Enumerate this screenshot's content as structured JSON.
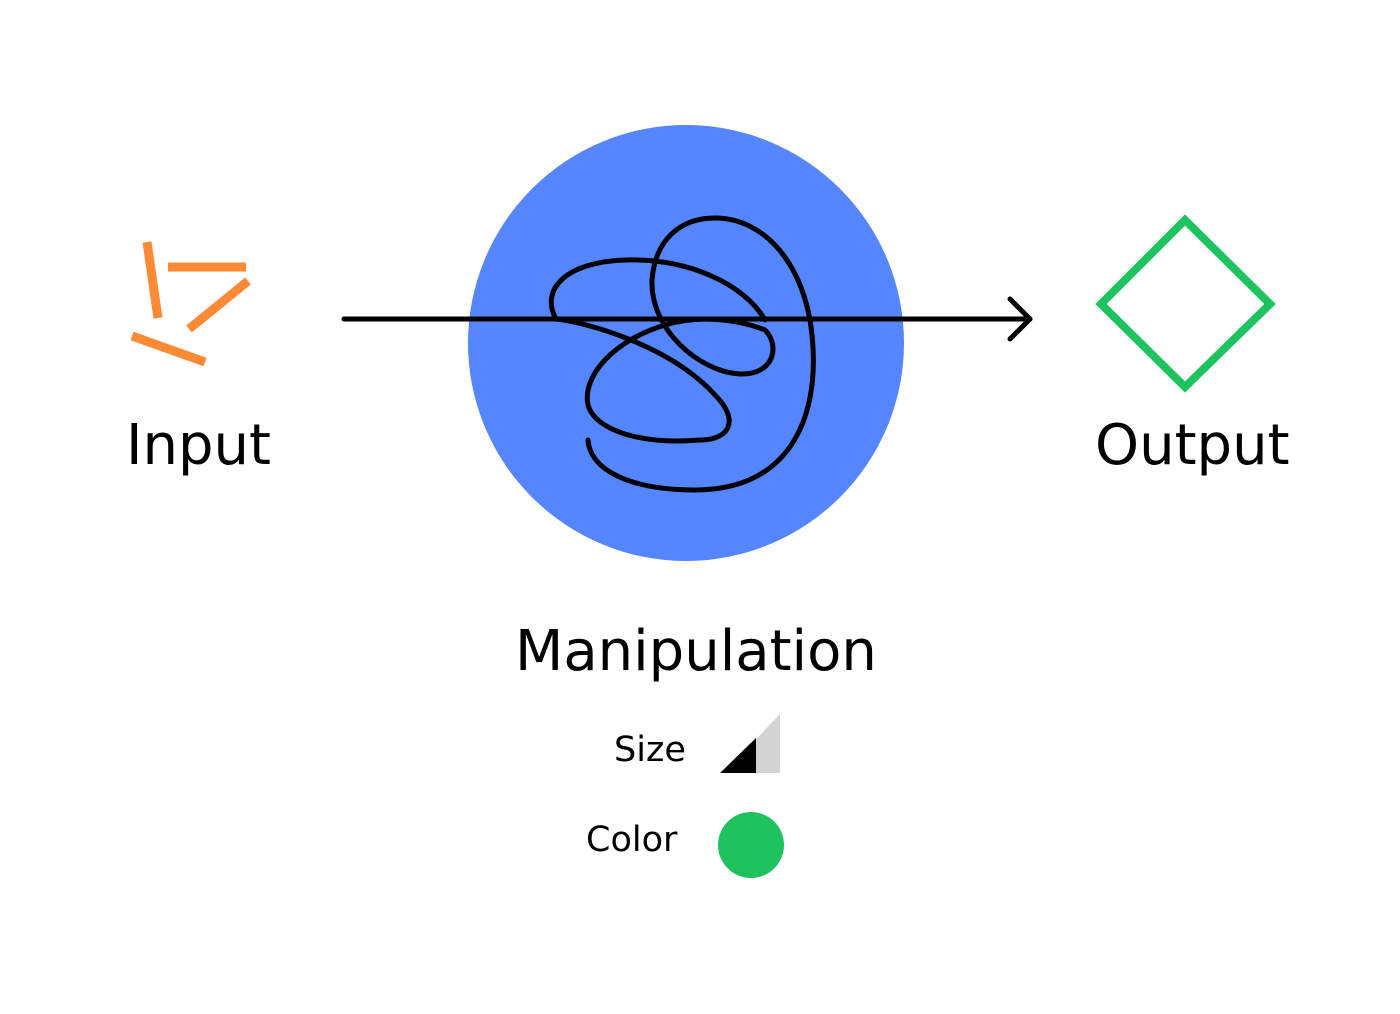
{
  "diagram": {
    "input": {
      "label": "Input",
      "icon": "scattered-lines-icon",
      "color": "#FF8A36"
    },
    "process": {
      "label": "Manipulation",
      "icon": "tangled-loop-icon",
      "circle_color": "#5585FF",
      "line_color": "#000000"
    },
    "output": {
      "label": "Output",
      "icon": "diamond-outline-icon",
      "color": "#1EC35F"
    },
    "legend": {
      "size": {
        "label": "Size",
        "icon": "size-ramp-icon",
        "primary": "#000000",
        "secondary": "#D3D3D3"
      },
      "color": {
        "label": "Color",
        "icon": "color-swatch-icon",
        "swatch": "#1EC35F"
      }
    }
  }
}
